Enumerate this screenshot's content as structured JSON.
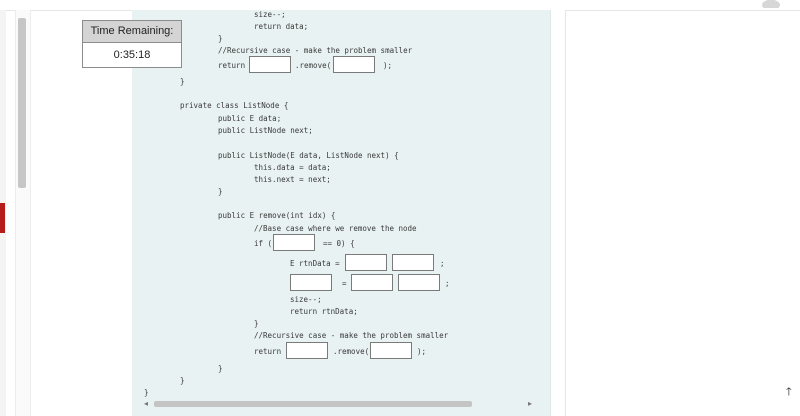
{
  "timer": {
    "label": "Time Remaining:",
    "value": "0:35:18"
  },
  "code": {
    "l_size_dec_top": "size--;",
    "l_return_data": "return data;",
    "l_brace_a": "}",
    "l_comment_rec_top": "//Recursive case - make the problem smaller",
    "l_return_top": "return",
    "l_remove_top": ".remove(",
    "l_close_top": ");",
    "l_brace_b": "}",
    "l_class": "private class ListNode {",
    "l_field_data": "public E data;",
    "l_field_next": "public ListNode next;",
    "l_ctor": "public ListNode(E data, ListNode next) {",
    "l_this_data": "this.data = data;",
    "l_this_next": "this.next = next;",
    "l_brace_c": "}",
    "l_remove_sig": "public E remove(int idx) {",
    "l_comment_base": "//Base case where we remove the node",
    "l_if": "if (",
    "l_eq_zero": "== 0) {",
    "l_rtn_decl": "E rtnData =",
    "l_semi_1": ";",
    "l_assign_eq": "=",
    "l_semi_2": ";",
    "l_size_dec": "size--;",
    "l_return_rtn": "return rtnData;",
    "l_brace_d": "}",
    "l_comment_rec": "//Recursive case - make the problem smaller",
    "l_return_bot": "return",
    "l_remove_bot": ".remove(",
    "l_close_bot": ");",
    "l_brace_e": "}",
    "l_brace_f": "}",
    "l_brace_g": "}"
  },
  "scroll": {
    "up_arrow": "🡑",
    "left_arrow": "◂",
    "right_arrow": "▸"
  }
}
